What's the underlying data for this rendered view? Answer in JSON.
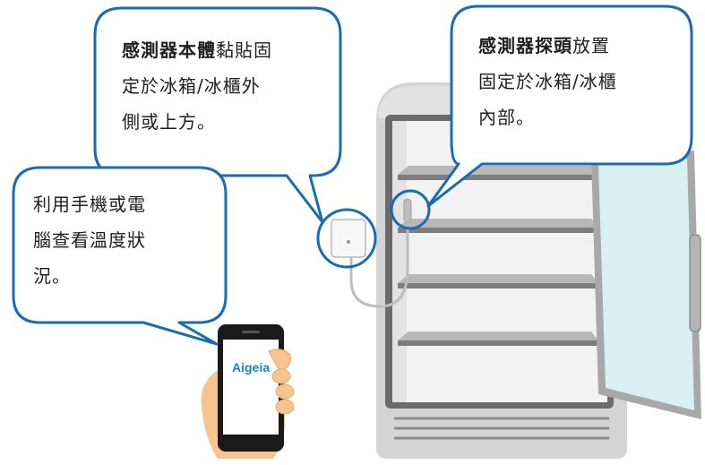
{
  "bubbles": {
    "sensor_body": {
      "bold": "感測器本體",
      "line1_rest": "黏貼固",
      "line2": "定於冰箱/冰櫃外",
      "line3": "側或上方。"
    },
    "sensor_probe": {
      "bold": "感測器探頭",
      "line1_rest": "放置",
      "line2": "固定於冰箱/冰櫃",
      "line3": "內部。"
    },
    "phone_view": {
      "line1": "利用手機或電",
      "line2": "腦查看溫度狀",
      "line3": "況。"
    }
  },
  "phone": {
    "app_name": "Aigeia"
  },
  "colors": {
    "bubble_border": "#1b6bb0",
    "fridge_body": "#d6d6d6",
    "fridge_frame": "#6e6e6e",
    "shelf": "#9a9a9a",
    "door_glass": "#d9f1f5",
    "app_text": "#1b7fcf",
    "hand": "#f5c48f"
  }
}
